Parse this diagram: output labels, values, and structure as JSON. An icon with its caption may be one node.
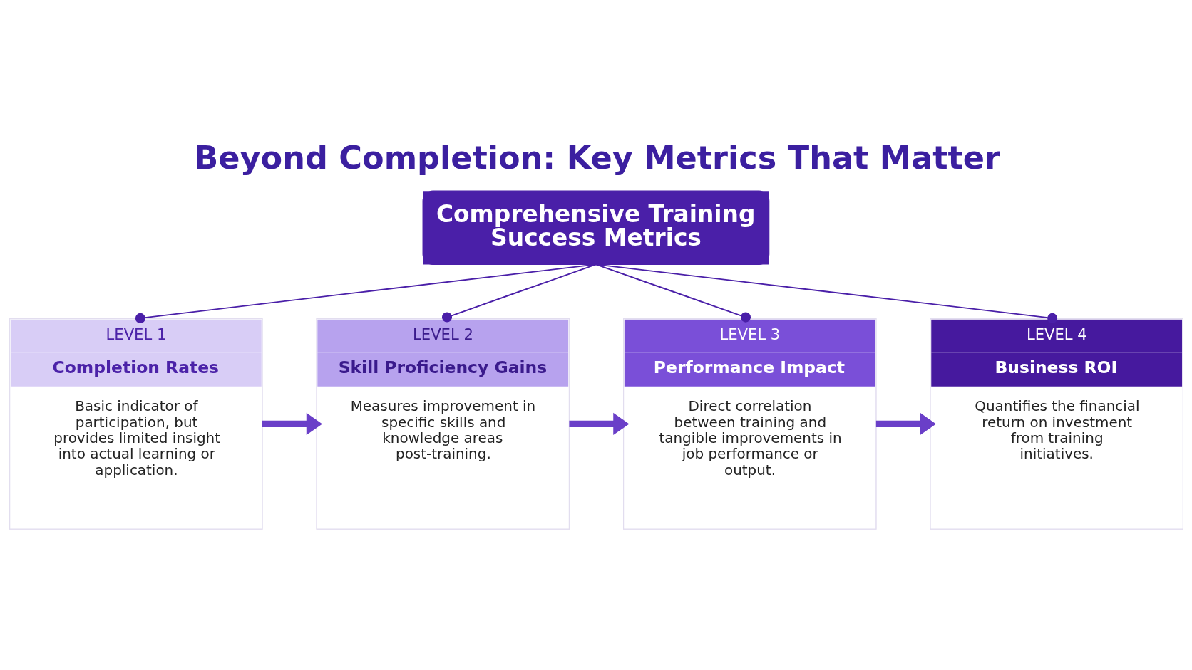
{
  "diagram": {
    "title": "Beyond Completion: Key Metrics That Matter",
    "nodes": [
      {
        "text": [
          "Comprehensive Training Success Metrics"
        ]
      },
      {
        "text": [
          "LEVEL 1",
          "Completion Rates",
          "Basic indicator of participation, but provides limited insight into actual learning or application."
        ]
      },
      {
        "text": [
          "LEVEL 2",
          "Skill Proficiency Gains",
          "Measures improvement in specific skills and knowledge areas post-training."
        ]
      },
      {
        "text": [
          "LEVEL 3",
          "Performance Impact",
          "Direct correlation between training and tangible improvements in job performance or output."
        ]
      },
      {
        "text": [
          "LEVEL 4",
          "Business ROI",
          "Quantifies the financial return on investment from training initiatives."
        ]
      }
    ],
    "edges": [
      {
        "from": 0,
        "to": 1,
        "arrow": "other"
      },
      {
        "from": 0,
        "to": 2,
        "arrow": "other"
      },
      {
        "from": 0,
        "to": 3,
        "arrow": "other"
      },
      {
        "from": 0,
        "to": 4,
        "arrow": "other"
      },
      {
        "from": 1,
        "to": 2,
        "arrow": "to",
        "style": "thick",
        "color": "#6a3fc8"
      },
      {
        "from": 2,
        "to": 3,
        "arrow": "to",
        "style": "thick",
        "color": "#6a3fc8"
      },
      {
        "from": 3,
        "to": 4,
        "arrow": "to",
        "style": "thick",
        "color": "#6a3fc8"
      }
    ]
  }
}
